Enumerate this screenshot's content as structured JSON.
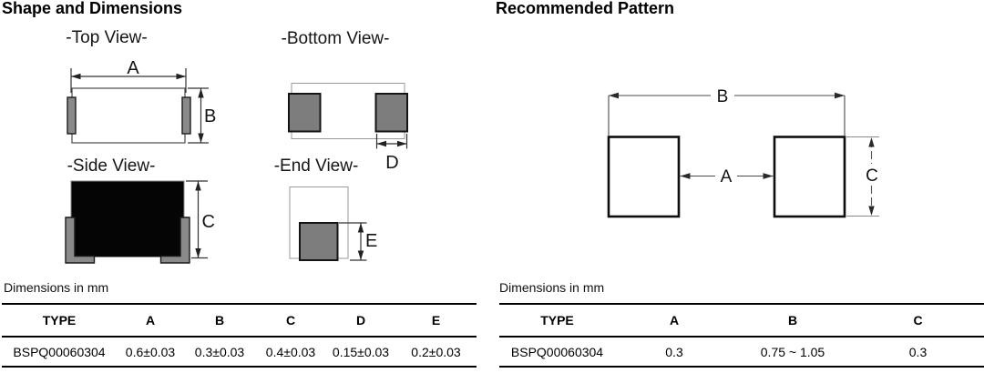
{
  "left_section": {
    "heading": "Shape and Dimensions",
    "views": {
      "top": "-Top View-",
      "bottom": "-Bottom View-",
      "side": "-Side View-",
      "end": "-End View-"
    },
    "dims": {
      "a": "A",
      "b": "B",
      "c": "C",
      "d": "D",
      "e": "E"
    },
    "table": {
      "caption": "Dimensions in mm",
      "headers": [
        "TYPE",
        "A",
        "B",
        "C",
        "D",
        "E"
      ],
      "row": [
        "BSPQ00060304",
        "0.6±0.03",
        "0.3±0.03",
        "0.4±0.03",
        "0.15±0.03",
        "0.2±0.03"
      ]
    }
  },
  "right_section": {
    "heading": "Recommended Pattern",
    "dims": {
      "a": "A",
      "b": "B",
      "c": "C"
    },
    "table": {
      "caption": "Dimensions in mm",
      "headers": [
        "TYPE",
        "A",
        "B",
        "C"
      ],
      "row": [
        "BSPQ00060304",
        "0.3",
        "0.75 ~ 1.05",
        "0.3"
      ]
    }
  },
  "colors": {
    "pad_gray": "#7d7d7d",
    "terminal_gray": "#8a8a8a",
    "body_black": "#050505",
    "pattern_pad_fill": "#ffffff",
    "line_dark": "#333333",
    "line_light": "#9a9a9a"
  }
}
